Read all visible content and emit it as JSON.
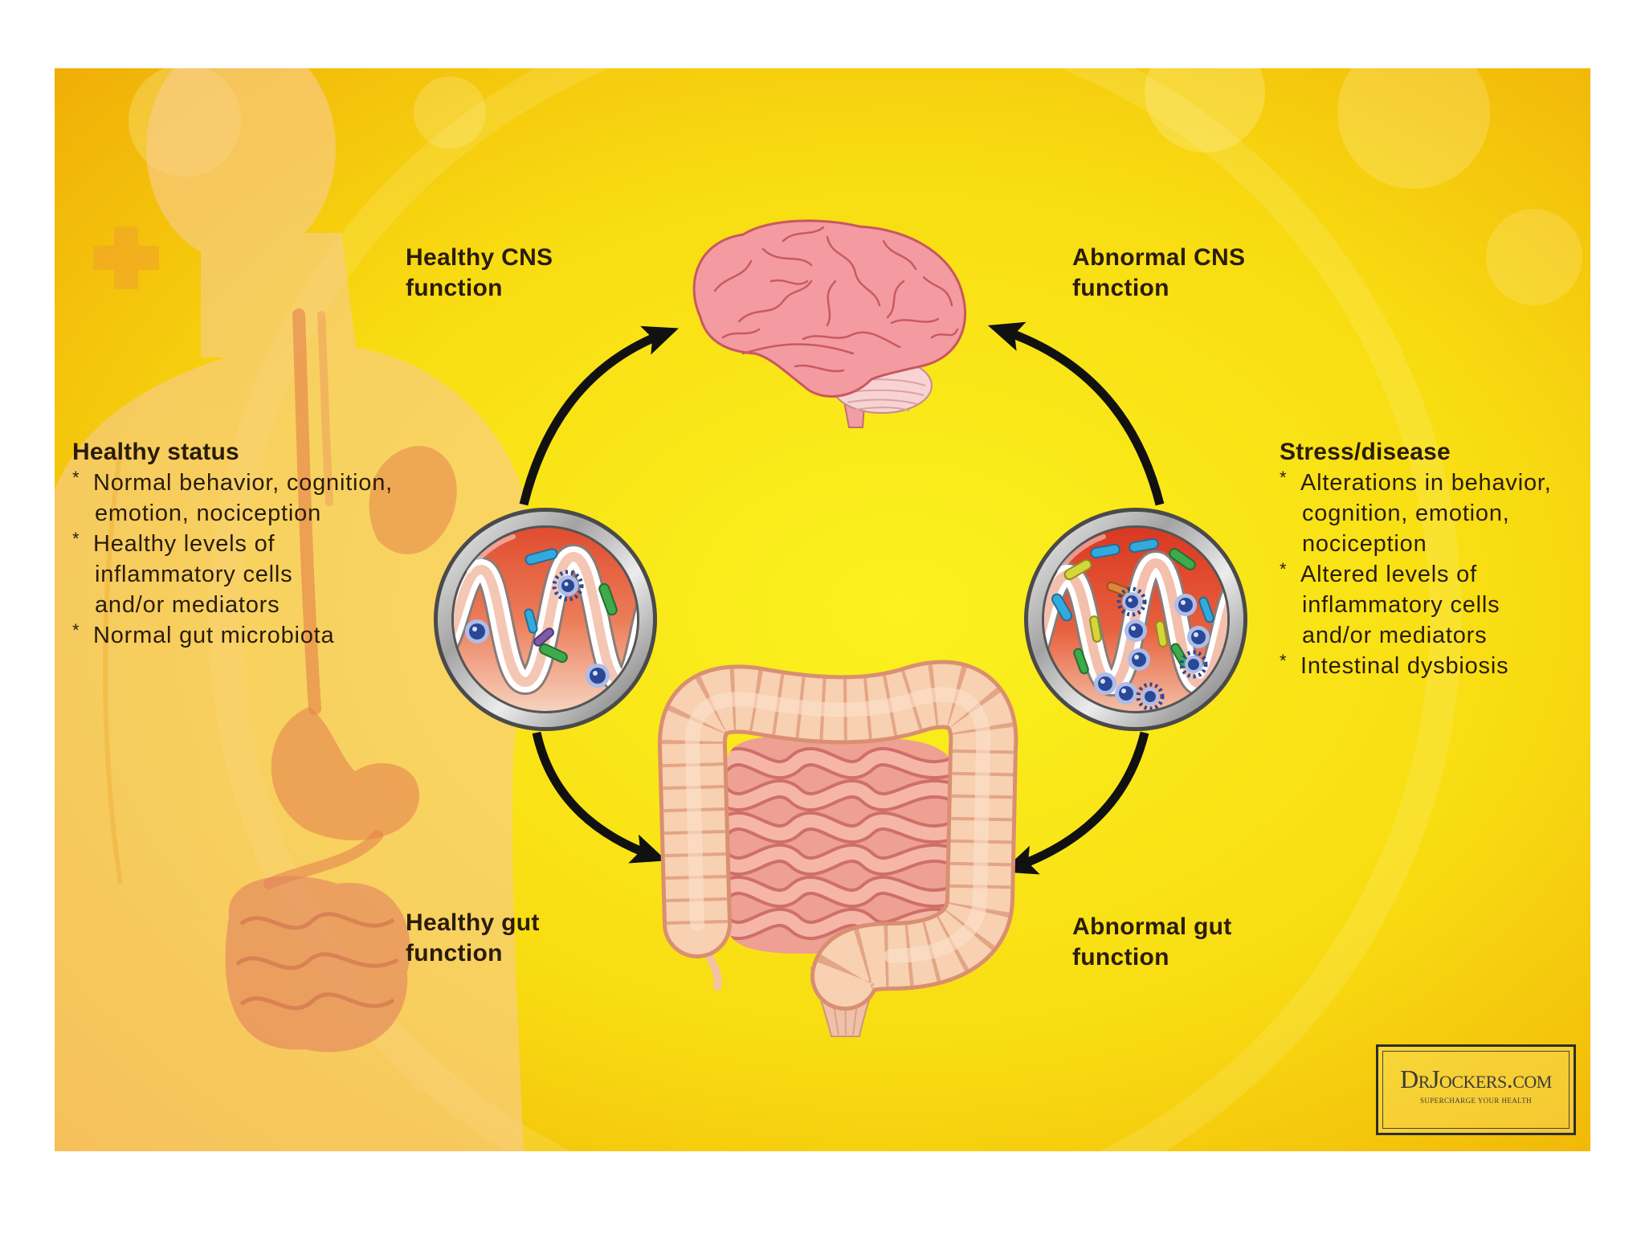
{
  "diagram": {
    "cns_healthy_label": {
      "line1": "Healthy CNS",
      "line2": "function"
    },
    "cns_abnormal_label": {
      "line1": "Abnormal CNS",
      "line2": "function"
    },
    "gut_healthy_label": {
      "line1": "Healthy gut",
      "line2": "function"
    },
    "gut_abnormal_label": {
      "line1": "Abnormal gut",
      "line2": "function"
    },
    "healthy_status": {
      "title": "Healthy status",
      "bullet": "*",
      "items": [
        {
          "lines": [
            "Normal behavior, cognition,",
            "emotion, nociception"
          ]
        },
        {
          "lines": [
            "Healthy levels of",
            "inflammatory cells",
            "and/or mediators"
          ]
        },
        {
          "lines": [
            "Normal gut microbiota"
          ]
        }
      ]
    },
    "stress_disease": {
      "title": "Stress/disease",
      "bullet": "*",
      "items": [
        {
          "lines": [
            "Alterations in behavior,",
            "cognition, emotion,",
            "nociception"
          ]
        },
        {
          "lines": [
            "Altered levels of",
            "inflammatory cells",
            "and/or mediators"
          ]
        },
        {
          "lines": [
            "Intestinal dysbiosis"
          ]
        }
      ]
    }
  },
  "logo": {
    "name": "DrJockers.com",
    "tagline": "SUPERCHARGE YOUR HEALTH"
  },
  "colors": {
    "panel_center": "#fbf21f",
    "panel_mid": "#f8dc12",
    "panel_edge": "#f0ad06",
    "arrow": "#111111",
    "text": "#2a1c0c"
  }
}
